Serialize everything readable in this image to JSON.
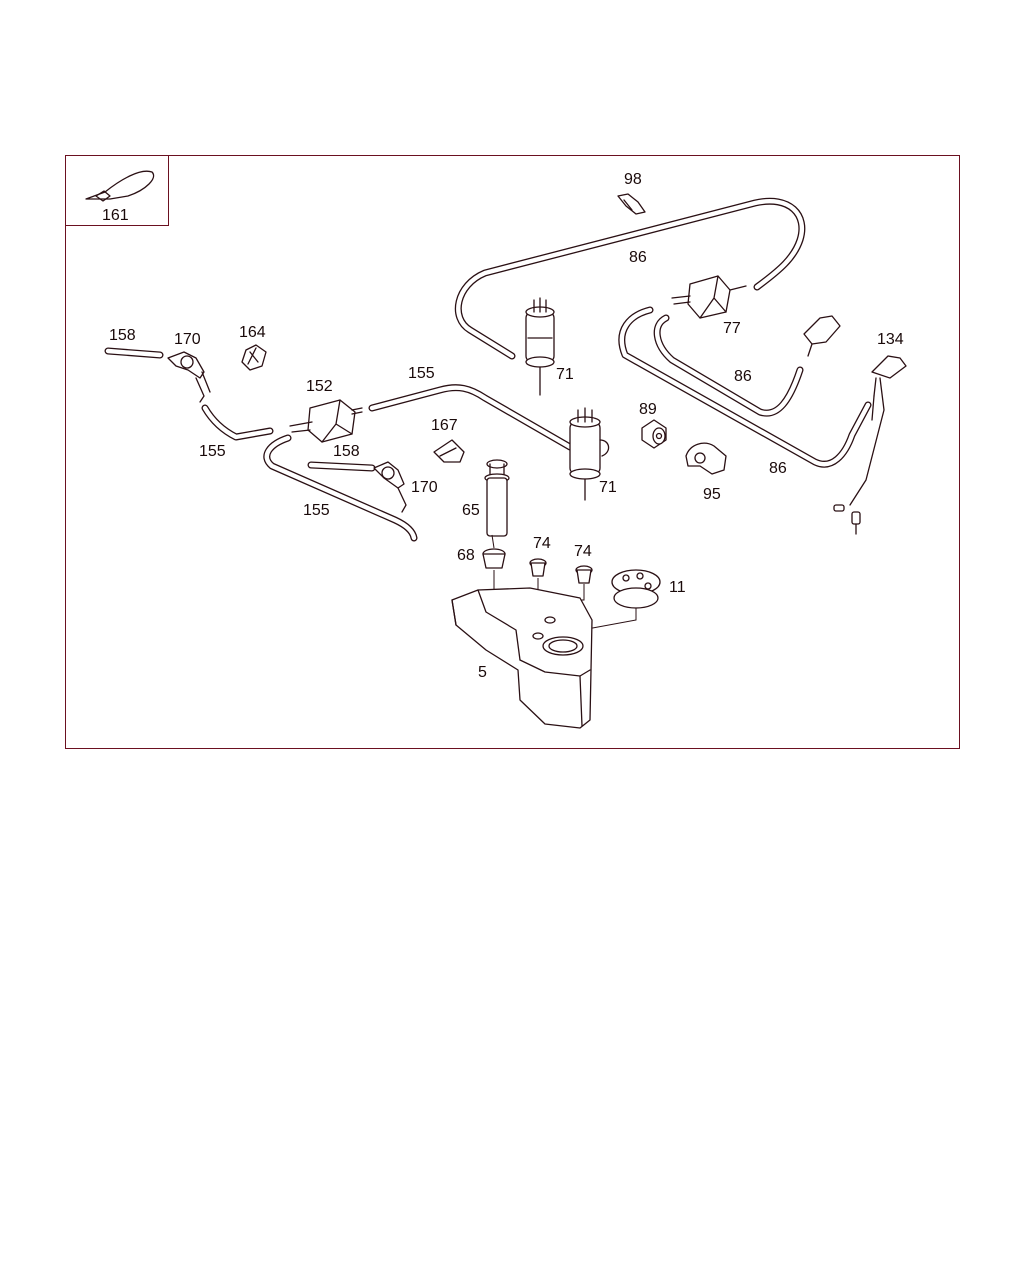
{
  "inset": {
    "label": "161"
  },
  "labels": {
    "p158a": "158",
    "p170a": "170",
    "p164": "164",
    "p152": "152",
    "p155a": "155",
    "p155b": "155",
    "p155c": "155",
    "p158b": "158",
    "p170b": "170",
    "p167": "167",
    "p98": "98",
    "p86a": "86",
    "p86b": "86",
    "p86c": "86",
    "p77": "77",
    "p71a": "71",
    "p71b": "71",
    "p89": "89",
    "p95": "95",
    "p134": "134",
    "p65": "65",
    "p68": "68",
    "p74a": "74",
    "p74b": "74",
    "p11": "11",
    "p5": "5"
  },
  "colors": {
    "frame": "#6b1020",
    "linework": "#2a1014"
  }
}
